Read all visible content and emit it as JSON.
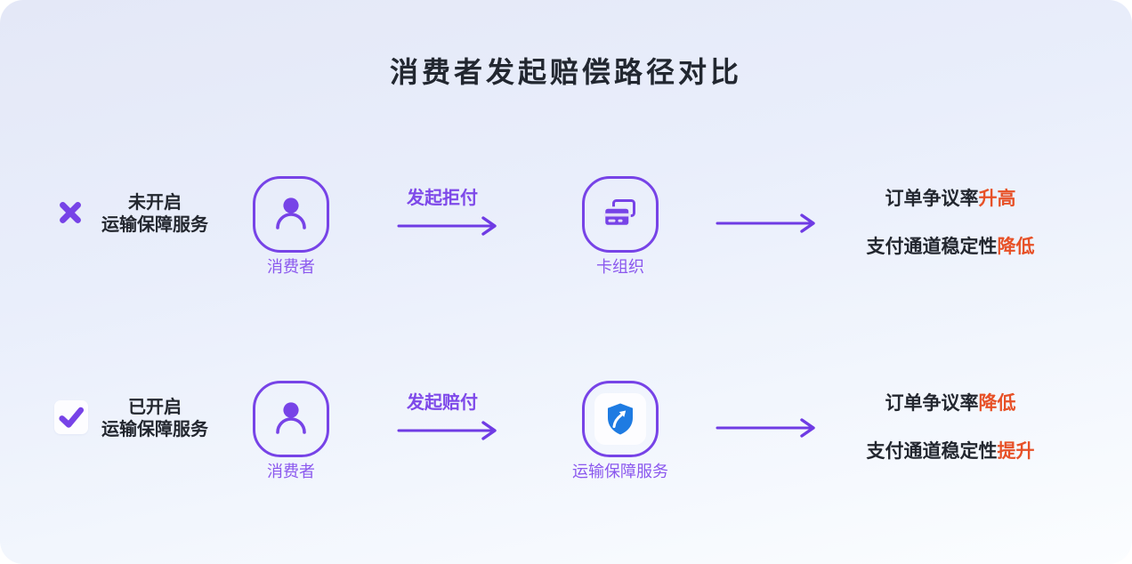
{
  "title": "消费者发起赔偿路径对比",
  "colors": {
    "purple_accent": "#7743e7",
    "purple_label": "#8b58ee",
    "arrow_purple": "#6f3be4",
    "dark_text": "#23272f",
    "highlight_orange": "#e75127",
    "shield_blue": "#1e7be2",
    "panel_gradient_top": "#e4e8f7",
    "panel_gradient_bottom": "#fbfdff"
  },
  "rows": [
    {
      "status_icon": "x-mark-icon",
      "status_line1": "未开启",
      "status_line2": "运输保障服务",
      "actor_icon": "user-icon",
      "actor_label": "消费者",
      "arrow1_label": "发起拒付",
      "middle_icon": "bank-card-icon",
      "middle_label": "卡组织",
      "result1_prefix": "订单争议率",
      "result1_highlight": "升高",
      "result2_prefix": "支付通道稳定性",
      "result2_highlight": "降低"
    },
    {
      "status_icon": "check-mark-icon",
      "status_line1": "已开启",
      "status_line2": "运输保障服务",
      "actor_icon": "user-icon",
      "actor_label": "消费者",
      "arrow1_label": "发起赔付",
      "middle_icon": "shield-arrow-icon",
      "middle_label": "运输保障服务",
      "result1_prefix": "订单争议率",
      "result1_highlight": "降低",
      "result2_prefix": "支付通道稳定性",
      "result2_highlight": "提升"
    }
  ]
}
